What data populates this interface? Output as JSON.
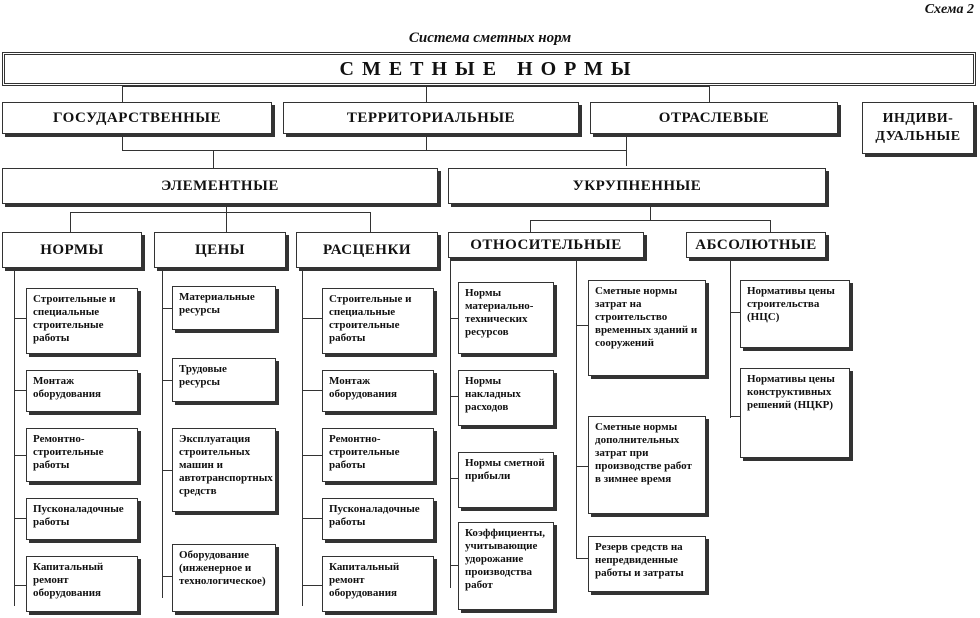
{
  "scheme_number": "Схема 2",
  "caption": "Система сметных норм",
  "root": "СМЕТНЫЕ НОРМЫ",
  "level1": [
    "ГОСУДАРСТВЕННЫЕ",
    "ТЕРРИТОРИАЛЬНЫЕ",
    "ОТРАСЛЕВЫЕ",
    "ИНДИВИ-ДУАЛЬНЫЕ"
  ],
  "level2": [
    "ЭЛЕМЕНТНЫЕ",
    "УКРУПНЕННЫЕ"
  ],
  "level3": [
    "НОРМЫ",
    "ЦЕНЫ",
    "РАСЦЕНКИ",
    "ОТНОСИТЕЛЬНЫЕ",
    "АБСОЛЮТНЫЕ"
  ],
  "norms_items": [
    "Строительные и специальные строительные работы",
    "Монтаж оборудования",
    "Ремонтно-строительные работы",
    "Пусконаладочные работы",
    "Капитальный ремонт оборудования"
  ],
  "prices_items": [
    "Материальные ресурсы",
    "Трудовые ресурсы",
    "Эксплуатация строительных машин и автотранспортных средств",
    "Оборудование (инженерное и технологическое)"
  ],
  "rates_items": [
    "Строительные и специальные строительные работы",
    "Монтаж оборудования",
    "Ремонтно-строительные работы",
    "Пусконаладочные работы",
    "Капитальный ремонт оборудования"
  ],
  "relative_col1": [
    "Нормы материально-технических ресурсов",
    "Нормы накладных расходов",
    "Нормы сметной прибыли",
    "Коэффициенты, учитывающие удорожание производства работ"
  ],
  "relative_col2": [
    "Сметные нормы затрат на строительство временных зданий и сооружений",
    "Сметные нормы дополнительных затрат при производстве работ в зимнее время",
    "Резерв средств на непредвиденные работы и затраты"
  ],
  "absolute_items": [
    "Нормативы цены строительства (НЦС)",
    "Нормативы цены конструктивных решений (НЦКР)"
  ]
}
